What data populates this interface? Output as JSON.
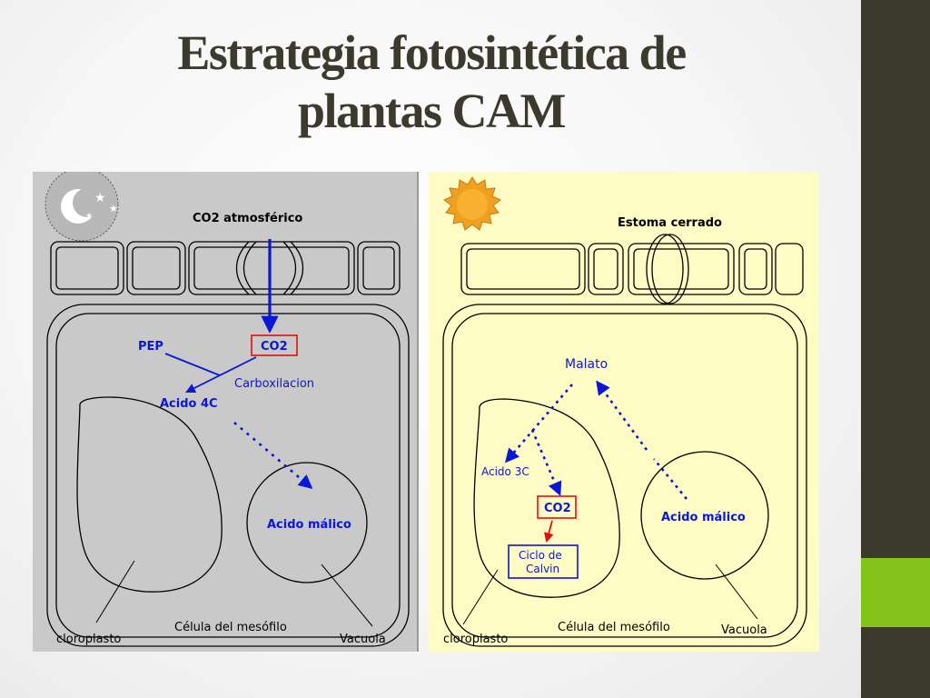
{
  "title": {
    "line1": "Estrategia fotosintética de",
    "line2": "plantas CAM"
  },
  "colors": {
    "accent": "#84c41a",
    "sidebar": "#3b3a2d",
    "night_panel": "#c9c9c9",
    "day_panel": "#fffbc4",
    "arrow_blue": "#0a16d8",
    "highlight_red": "#e01010"
  },
  "night_panel": {
    "icon": "moon-and-stars-icon",
    "co2_source": "CO2 atmosférico",
    "pep": "PEP",
    "co2_box": "CO2",
    "carboxylation": "Carboxilacion",
    "acid_4c": "Acido 4C",
    "malic_acid": "Acido málico",
    "cell_label": "Célula del mesófilo",
    "chloroplast_label": "cloroplasto",
    "vacuole_label": "Vacuola"
  },
  "day_panel": {
    "icon": "sun-icon",
    "closed_stoma": "Estoma cerrado",
    "malate": "Malato",
    "acid_3c": "Acido 3C",
    "co2_box": "CO2",
    "calvin_line1": "Ciclo de",
    "calvin_line2": "Calvin",
    "malic_acid": "Acido málico",
    "cell_label": "Célula del mesófilo",
    "chloroplast_label": "cloroplasto",
    "vacuole_label": "Vacuola"
  }
}
